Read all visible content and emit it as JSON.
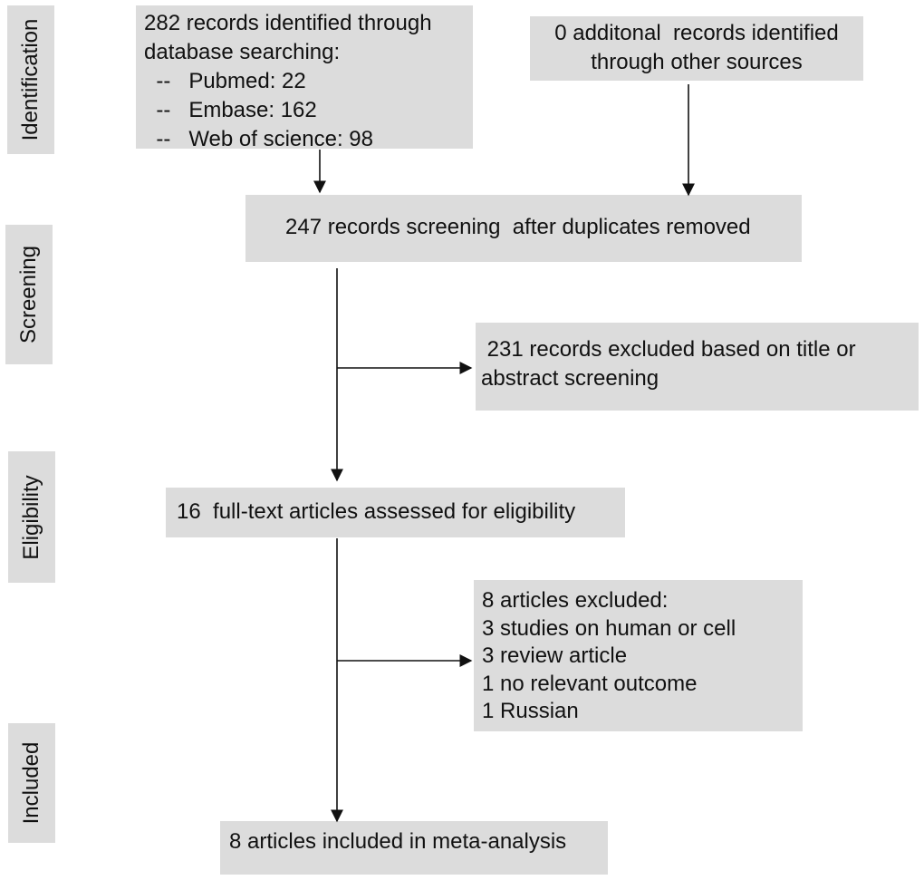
{
  "colors": {
    "box_fill": "#dcdcdc",
    "text": "#111111",
    "arrow": "#111111",
    "background": "#ffffff"
  },
  "stages": {
    "identification": "Identification",
    "screening": "Screening",
    "eligibility": "Eligibility",
    "included": "Included"
  },
  "boxes": {
    "database_search": {
      "lines": [
        "282 records identified through",
        "database searching:",
        "  --   Pubmed: 22",
        "  --   Embase: 162",
        "  --   Web of science: 98"
      ]
    },
    "other_sources": {
      "lines": [
        "0 additonal  records identified",
        "through other sources"
      ]
    },
    "after_duplicates": {
      "lines": [
        "247 records screening  after duplicates removed"
      ]
    },
    "excluded_title_abstract": {
      "lines": [
        " 231 records excluded based on title or",
        "abstract screening"
      ]
    },
    "full_text_assessed": {
      "lines": [
        "16  full-text articles assessed for eligibility"
      ]
    },
    "articles_excluded": {
      "lines": [
        "8 articles excluded:",
        "3 studies on human or cell",
        "3 review article",
        "1 no relevant outcome",
        "1 Russian"
      ]
    },
    "included_meta": {
      "lines": [
        "8 articles included in meta-analysis"
      ]
    }
  }
}
